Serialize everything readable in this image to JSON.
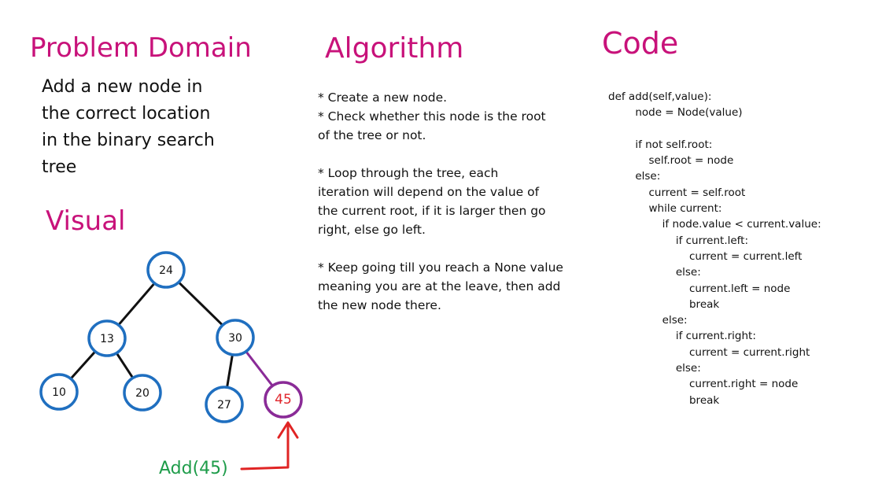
{
  "headings": {
    "problem_domain": "Problem Domain",
    "algorithm": "Algorithm",
    "code": "Code",
    "visual": "Visual"
  },
  "colors": {
    "heading": "#c8127a",
    "node_stroke": "#1f6fc0",
    "edge": "#111111",
    "new_node_stroke": "#8a2b97",
    "new_node_text": "#e0262c",
    "add_label": "#1e9c4a",
    "arrow": "#e02424"
  },
  "problem_domain": {
    "lines": [
      "Add a new node in",
      "the correct location",
      "in the binary search",
      "tree"
    ]
  },
  "algorithm": {
    "paragraphs": [
      "* Create a new node.\n* Check whether this node is the root\nof the tree or not.",
      "* Loop through the tree, each\niteration will depend on the value of\nthe current root, if it is larger then go\nright, else go left.",
      "* Keep going till you reach a None value\nmeaning you are at the leave, then add\nthe new node there."
    ]
  },
  "code": {
    "lines": [
      "def add(self,value):",
      "        node = Node(value)",
      "",
      "        if not self.root:",
      "            self.root = node",
      "        else:",
      "            current = self.root",
      "            while current:",
      "                if node.value < current.value:",
      "                    if current.left:",
      "                        current = current.left",
      "                    else:",
      "                        current.left = node",
      "                        break",
      "                else:",
      "                    if current.right:",
      "                        current = current.right",
      "                    else:",
      "                        current.right = node",
      "                        break"
    ]
  },
  "visual": {
    "nodes": [
      {
        "id": "24",
        "label": "24",
        "new": false
      },
      {
        "id": "13",
        "label": "13",
        "new": false
      },
      {
        "id": "30",
        "label": "30",
        "new": false
      },
      {
        "id": "10",
        "label": "10",
        "new": false
      },
      {
        "id": "20",
        "label": "20",
        "new": false
      },
      {
        "id": "27",
        "label": "27",
        "new": false
      },
      {
        "id": "45",
        "label": "45",
        "new": true
      }
    ],
    "edges": [
      {
        "from": "24",
        "to": "13"
      },
      {
        "from": "24",
        "to": "30"
      },
      {
        "from": "13",
        "to": "10"
      },
      {
        "from": "13",
        "to": "20"
      },
      {
        "from": "30",
        "to": "27"
      },
      {
        "from": "30",
        "to": "45",
        "new": true
      }
    ],
    "add_label": "Add(45)"
  }
}
